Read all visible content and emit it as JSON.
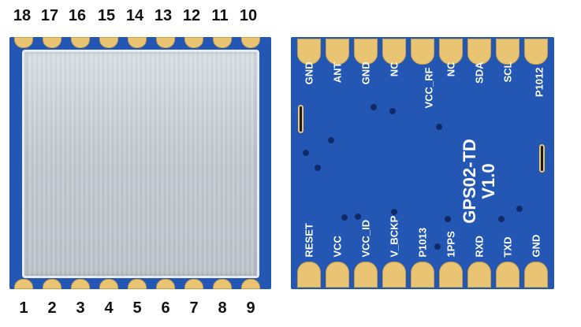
{
  "pins_top": [
    "18",
    "17",
    "16",
    "15",
    "14",
    "13",
    "12",
    "11",
    "10"
  ],
  "pins_bottom": [
    "1",
    "2",
    "3",
    "4",
    "5",
    "6",
    "7",
    "8",
    "9"
  ],
  "back_labels_top": [
    "GND",
    "ANT",
    "GND",
    "NC",
    "VCC_RF",
    "NC",
    "SDA",
    "SCL",
    "P1012"
  ],
  "back_labels_bottom": [
    "RESET",
    "VCC",
    "VCC_ID",
    "V_BCKP",
    "P1013",
    "1PPS",
    "RXD",
    "TXD",
    "GND"
  ],
  "module_name": "GPS02-TD",
  "module_version": "V1.0",
  "colors": {
    "board": "#2457b3",
    "pad": "#e8c473",
    "shield": "#c3c8d0"
  }
}
